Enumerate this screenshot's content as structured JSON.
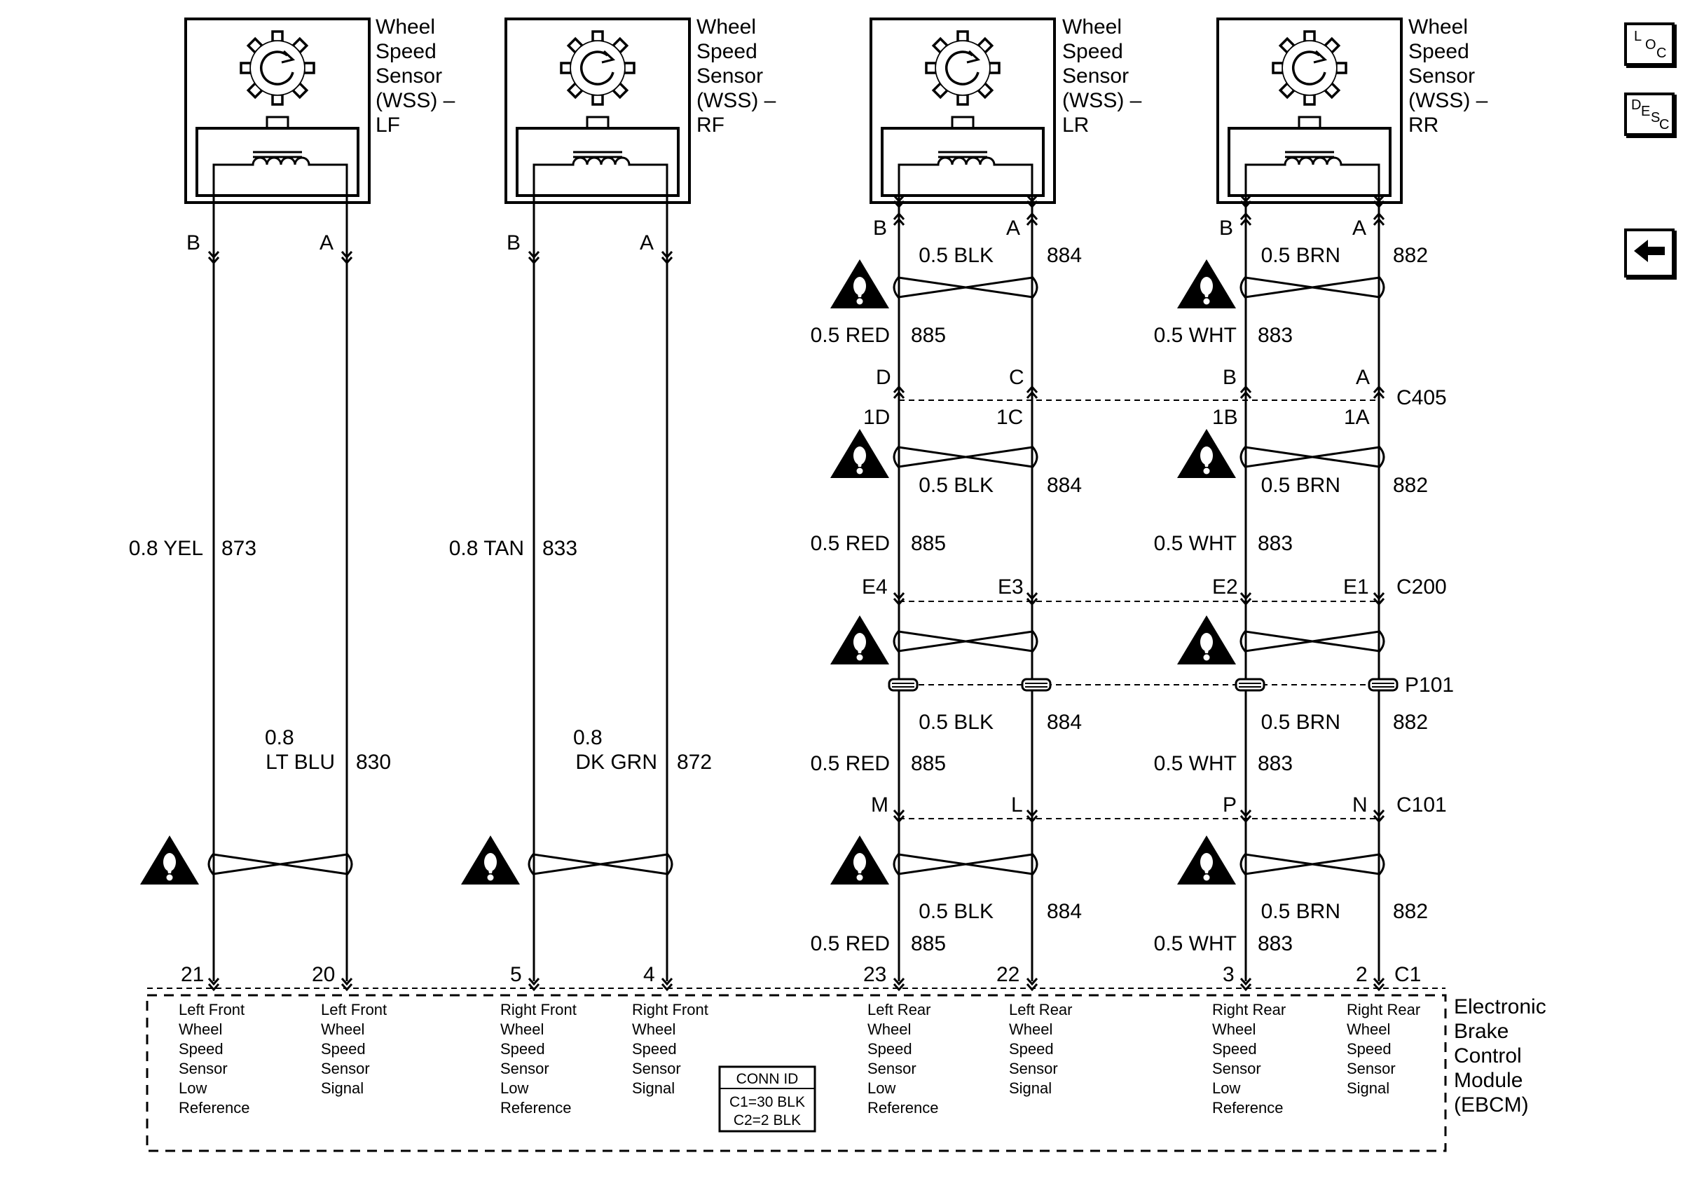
{
  "sensors": [
    {
      "label": [
        "Wheel",
        "Speed",
        "Sensor",
        "(WSS) –",
        "LF"
      ]
    },
    {
      "label": [
        "Wheel",
        "Speed",
        "Sensor",
        "(WSS) –",
        "RF"
      ]
    },
    {
      "label": [
        "Wheel",
        "Speed",
        "Sensor",
        "(WSS) –",
        "LR"
      ]
    },
    {
      "label": [
        "Wheel",
        "Speed",
        "Sensor",
        "(WSS) –",
        "RR"
      ]
    }
  ],
  "sensor_pins": [
    "B",
    "A",
    "B",
    "A",
    "B",
    "A",
    "B",
    "A"
  ],
  "front_wires": [
    {
      "gauge_color": "0.8 YEL",
      "circuit": "873"
    },
    {
      "gauge": "0.8",
      "color": "LT BLU",
      "circuit": "830"
    },
    {
      "gauge_color": "0.8 TAN",
      "circuit": "833"
    },
    {
      "gauge": "0.8",
      "color": "DK GRN",
      "circuit": "872"
    }
  ],
  "rear_segments": [
    {
      "lr_low": "0.5 RED",
      "lr_low_circ": "885",
      "lr_sig": "0.5 BLK",
      "lr_sig_circ": "884",
      "rr_low": "0.5 WHT",
      "rr_low_circ": "883",
      "rr_sig": "0.5 BRN",
      "rr_sig_circ": "882"
    },
    {
      "lr_low": "0.5 RED",
      "lr_low_circ": "885",
      "lr_sig": "0.5 BLK",
      "lr_sig_circ": "884",
      "rr_low": "0.5 WHT",
      "rr_low_circ": "883",
      "rr_sig": "0.5 BRN",
      "rr_sig_circ": "882"
    },
    {
      "lr_low": "0.5 RED",
      "lr_low_circ": "885",
      "lr_sig": "0.5 BLK",
      "lr_sig_circ": "884",
      "rr_low": "0.5 WHT",
      "rr_low_circ": "883",
      "rr_sig": "0.5 BRN",
      "rr_sig_circ": "882"
    },
    {
      "lr_low": "0.5 RED",
      "lr_low_circ": "885",
      "lr_sig": "0.5 BLK",
      "lr_sig_circ": "884",
      "rr_low": "0.5 WHT",
      "rr_low_circ": "883",
      "rr_sig": "0.5 BRN",
      "rr_sig_circ": "882"
    }
  ],
  "connectors": {
    "c405": {
      "name": "C405",
      "top": [
        "D",
        "C",
        "B",
        "A"
      ],
      "bottom": [
        "1D",
        "1C",
        "1B",
        "1A"
      ]
    },
    "c200": {
      "name": "C200",
      "pins": [
        "E4",
        "E3",
        "E2",
        "E1"
      ]
    },
    "p101": {
      "name": "P101"
    },
    "c101": {
      "name": "C101",
      "pins": [
        "M",
        "L",
        "P",
        "N"
      ]
    },
    "c1": {
      "name": "C1",
      "pins": [
        "21",
        "20",
        "5",
        "4",
        "23",
        "22",
        "3",
        "2"
      ]
    }
  },
  "ebcm": {
    "name": [
      "Electronic",
      "Brake",
      "Control",
      "Module",
      "(EBCM)"
    ],
    "pin_functions": [
      [
        "Left Front",
        "Wheel",
        "Speed",
        "Sensor",
        "Low",
        "Reference"
      ],
      [
        "Left Front",
        "Wheel",
        "Speed",
        "Sensor",
        "Signal"
      ],
      [
        "Right Front",
        "Wheel",
        "Speed",
        "Sensor",
        "Low",
        "Reference"
      ],
      [
        "Right Front",
        "Wheel",
        "Speed",
        "Sensor",
        "Signal"
      ],
      [
        "Left Rear",
        "Wheel",
        "Speed",
        "Sensor",
        "Low",
        "Reference"
      ],
      [
        "Left Rear",
        "Wheel",
        "Speed",
        "Sensor",
        "Signal"
      ],
      [
        "Right Rear",
        "Wheel",
        "Speed",
        "Sensor",
        "Low",
        "Reference"
      ],
      [
        "Right Rear",
        "Wheel",
        "Speed",
        "Sensor",
        "Signal"
      ]
    ],
    "conn_id": {
      "title": "CONN ID",
      "lines": [
        "C1=30 BLK",
        "C2=2 BLK"
      ]
    }
  },
  "nav": {
    "loc": {
      "l1": "L",
      "l2": "O",
      "l3": "C"
    },
    "desc": {
      "l1": "D",
      "l2": "E",
      "l3": "S",
      "l4": "C"
    }
  }
}
